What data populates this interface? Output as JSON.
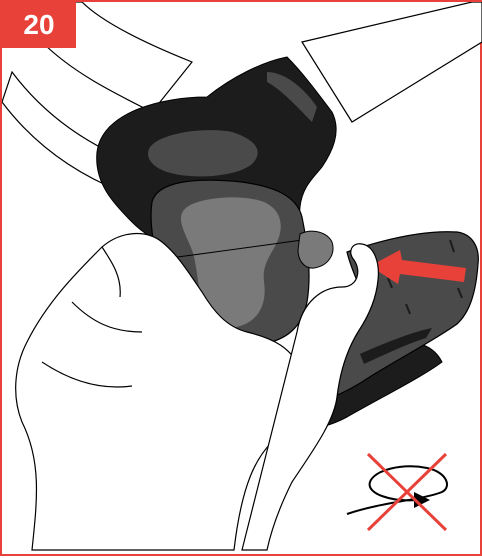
{
  "step": {
    "number": "20",
    "badge_color": "#e8413a"
  },
  "illustration": {
    "icons": [
      "stroller-frame-joint",
      "hand-left",
      "hand-right",
      "cover-flap",
      "direction-arrow-icon",
      "no-twist-icon"
    ],
    "colors": {
      "accent": "#e8413a",
      "dark": "#1c1c1c",
      "mid_gray": "#4a4a4a",
      "light_gray": "#7a7a7a",
      "outline": "#000000"
    }
  }
}
